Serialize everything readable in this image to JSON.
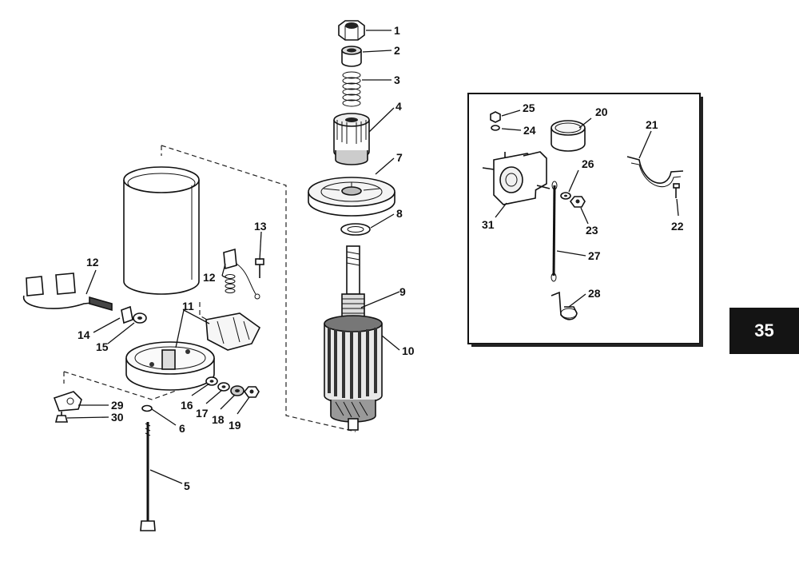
{
  "page_number": "35",
  "callouts": [
    "1",
    "2",
    "3",
    "4",
    "5",
    "6",
    "7",
    "8",
    "9",
    "10",
    "11",
    "12",
    "12",
    "13",
    "14",
    "15",
    "16",
    "17",
    "18",
    "19",
    "20",
    "21",
    "22",
    "23",
    "24",
    "25",
    "26",
    "27",
    "28",
    "29",
    "30",
    "31"
  ]
}
